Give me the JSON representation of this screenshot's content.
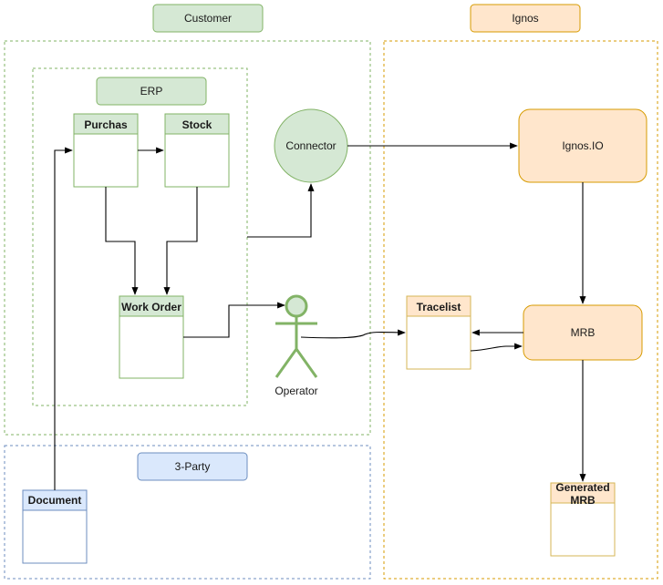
{
  "groups": {
    "customer": {
      "label": "Customer"
    },
    "ignos": {
      "label": "Ignos"
    },
    "erp": {
      "label": "ERP"
    },
    "third_party": {
      "label": "3-Party"
    }
  },
  "nodes": {
    "purchas": {
      "label": "Purchas"
    },
    "stock": {
      "label": "Stock"
    },
    "work_order": {
      "label": "Work Order"
    },
    "connector": {
      "label": "Connector"
    },
    "operator": {
      "label": "Operator"
    },
    "document": {
      "label": "Document"
    },
    "ignos_io": {
      "label": "Ignos.IO"
    },
    "tracelist": {
      "label": "Tracelist"
    },
    "mrb": {
      "label": "MRB"
    },
    "generated_mrb": {
      "label_line1": "Generated",
      "label_line2": "MRB"
    }
  },
  "colors": {
    "green_fill": "#d5e8d4",
    "green_stroke": "#82b366",
    "orange_fill": "#ffe6cc",
    "orange_stroke": "#d79b00",
    "blue_fill": "#dae8fc",
    "blue_stroke": "#6c8ebf",
    "lightorange_fill": "#fff2cc",
    "lightorange_stroke": "#d6b656"
  }
}
